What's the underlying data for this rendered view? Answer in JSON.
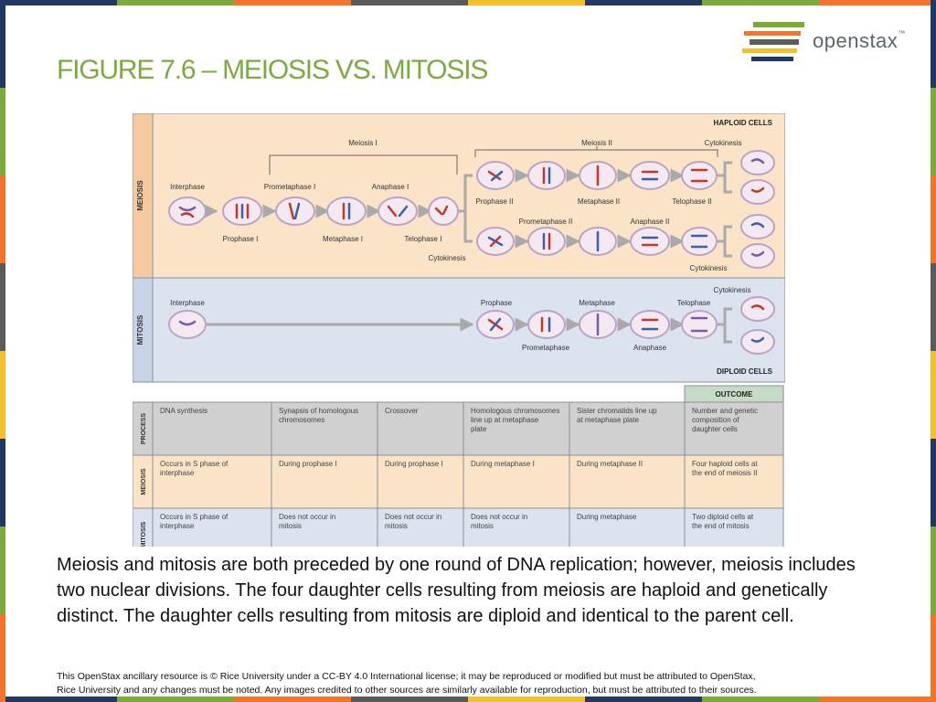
{
  "slide": {
    "title": "FIGURE 7.6 – MEIOSIS VS. MITOSIS",
    "logo": {
      "text": "openstax",
      "tm": "™"
    },
    "caption": "Meiosis and mitosis are both preceded by one round of DNA replication; however, meiosis includes two nuclear divisions. The four daughter cells resulting from meiosis are haploid and genetically distinct. The daughter cells resulting from mitosis are diploid and identical to the parent cell.",
    "footer": {
      "line1": "This OpenStax ancillary resource is © Rice University under a CC-BY 4.0 International license; it may be reproduced or modified but must be attributed to OpenStax,",
      "line2": "Rice University and any changes must be noted. Any images credited to other sources are similarly available for reproduction, but must be attributed to their sources."
    }
  },
  "colors": {
    "title": "#7bab3f",
    "meiosis_panel": "#fbe3c8",
    "mitosis_panel": "#dbe3ef",
    "table_header": "#d0d0d0",
    "outcome_header": "#c5dbc5",
    "border": "#8a8f96",
    "bars": [
      "#1f3864",
      "#7bab3f",
      "#f0762b",
      "#5b5b5b",
      "#f2c02f",
      "#1f3864",
      "#7bab3f",
      "#f0762b"
    ]
  },
  "figure": {
    "meiosis": {
      "side_label": "MEIOSIS",
      "haploid_label": "HAPLOID CELLS",
      "meiosis1_label": "Meiosis I",
      "meiosis2_label": "Meiosis II",
      "cytokinesis_top": "Cytokinesis",
      "stages_top": {
        "interphase": "Interphase",
        "prometaphase1": "Prometaphase I",
        "anaphase1": "Anaphase I",
        "prophase2": "Prophase II",
        "metaphase2": "Metaphase II",
        "telophase2": "Telophase II",
        "prometaphase2": "Prometaphase II",
        "anaphase2": "Anaphase II"
      },
      "stages_bottom": {
        "prophase1": "Prophase I",
        "metaphase1": "Metaphase I",
        "telophase1": "Telophase I",
        "cytokinesis1": "Cytokinesis",
        "cytokinesis2": "Cytokinesis"
      }
    },
    "mitosis": {
      "side_label": "MITOSIS",
      "diploid_label": "DIPLOID CELLS",
      "interphase": "Interphase",
      "prophase": "Prophase",
      "metaphase": "Metaphase",
      "telophase": "Telophase",
      "cytokinesis": "Cytokinesis",
      "prometaphase": "Prometaphase",
      "anaphase": "Anaphase"
    },
    "table": {
      "outcome_header": "OUTCOME",
      "rows": [
        {
          "label": "PROCESS",
          "cells": [
            "DNA synthesis",
            "Synapsis of homologous chromosomes",
            "Crossover",
            "Homologous chromosomes line up at metaphase plate",
            "Sister chromatids line up at metaphase plate",
            "Number and genetic composition of daughter cells"
          ]
        },
        {
          "label": "MEIOSIS",
          "cells": [
            "Occurs in S phase of interphase",
            "During prophase I",
            "During prophase I",
            "During metaphase I",
            "During metaphase II",
            "Four haploid cells at the end of meiosis II"
          ]
        },
        {
          "label": "MITOSIS",
          "cells": [
            "Occurs in S phase of interphase",
            "Does not occur in mitosis",
            "Does not occur in mitosis",
            "Does not occur in mitosis",
            "During metaphase",
            "Two diploid cells at the end of mitosis"
          ]
        }
      ]
    }
  }
}
